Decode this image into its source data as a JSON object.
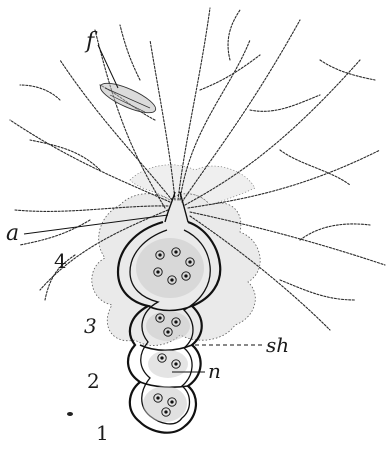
{
  "figure": {
    "ink_color": "#1b1b1b",
    "stipple_color": "#3a3a3a",
    "background": "#ffffff",
    "labels": {
      "f": "f",
      "a": "a",
      "n4": "4",
      "n3": "3",
      "n2": "2",
      "n1": "1",
      "sh": "sh",
      "n": "n"
    }
  }
}
